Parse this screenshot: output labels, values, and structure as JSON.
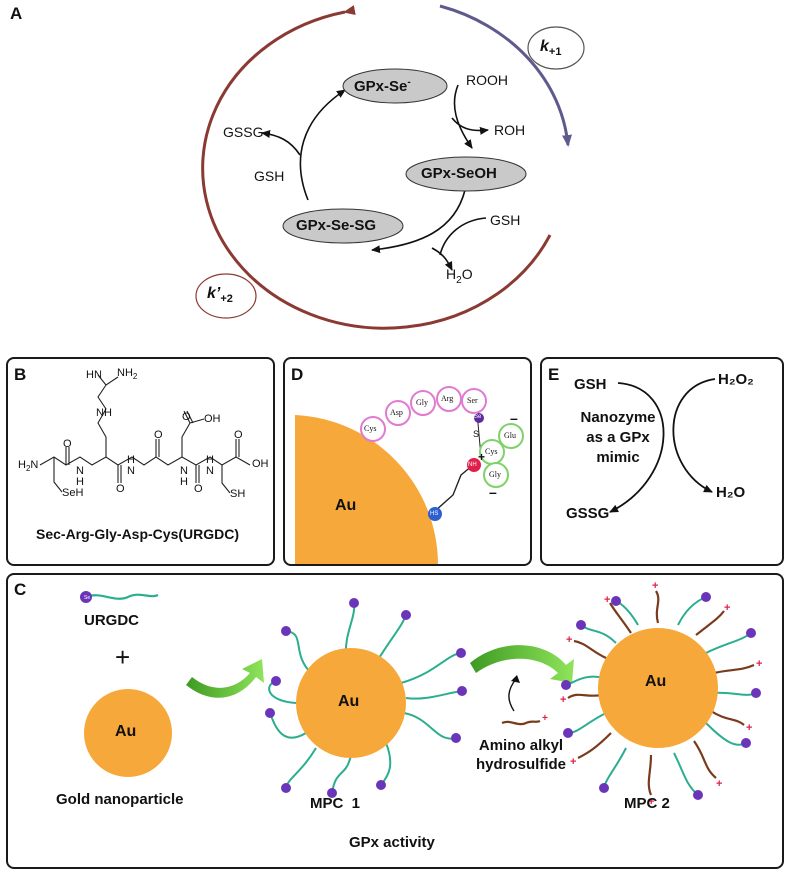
{
  "panel_A": {
    "letter": "A",
    "k1": "k",
    "k1_sub": "+1",
    "k2": "k’",
    "k2_sub": "+2",
    "species": {
      "se_minus": "GPx-Se",
      "se_minus_sup": "-",
      "seoh": "GPx-SeOH",
      "sesg": "GPx-Se-SG"
    },
    "reagents": {
      "rooh": "ROOH",
      "roh": "ROH",
      "gsh_right": "GSH",
      "h2o": "H",
      "h2o_sub": "2",
      "h2o_tail": "O",
      "gssg": "GSSG",
      "gsh_left": "GSH"
    }
  },
  "panel_B": {
    "letter": "B",
    "caption": "Sec-Arg-Gly-Asp-Cys(URGDC)",
    "atoms": {
      "nh2_top": "NH",
      "nh2_sub": "2",
      "nh_imine": "HN",
      "nh_guan": "NH",
      "h2n": "H",
      "h2n_sub": "2",
      "h2n_tail": "N",
      "o1": "O",
      "nh1": "N",
      "h1": "H",
      "nh2": "N",
      "h2": "H",
      "o2": "O",
      "o3": "O",
      "oh_asp": "OH",
      "nh3": "N",
      "h3": "H",
      "nh4": "N",
      "h4": "H",
      "o4": "O",
      "o5": "O",
      "o6": "O",
      "oh_end": "OH",
      "seh": "SeH",
      "sh": "SH"
    }
  },
  "panel_D": {
    "letter": "D",
    "au": "Au",
    "residues": [
      "Cys",
      "Asp",
      "Gly",
      "Arg",
      "Ser"
    ],
    "residues_green": [
      "Glu",
      "Cys",
      "Gly"
    ],
    "se": "Se",
    "s": "S",
    "hs": "HS",
    "nh": "NH",
    "plus": "+",
    "minus_top": "–",
    "minus_bottom": "–",
    "colors": {
      "au": "#F7A83A",
      "pink": "#E07BD0",
      "green": "#7FD26A",
      "purple": "#5E2A9C",
      "blue": "#2D5FD0",
      "red": "#E0204A"
    }
  },
  "panel_E": {
    "letter": "E",
    "gsh": "GSH",
    "h2o2": "H₂O₂",
    "line1": "Nanozyme",
    "line2": "as a GPx",
    "line3": "mimic",
    "gssg": "GSSG",
    "h2o": "H₂O"
  },
  "panel_C": {
    "letter": "C",
    "urgdc": "URGDC",
    "plus": "+",
    "au_small": "Au",
    "gold_label": "Gold nanoparticle",
    "au_mpc1": "Au",
    "mpc1_label": "MPC  1",
    "amino_line1": "Amino alkyl",
    "amino_line2": "hydrosulfide",
    "au_mpc2": "Au",
    "mpc2_label": "MPC 2",
    "caption": "GPx activity",
    "se": "Se",
    "colors": {
      "au": "#F7A83A",
      "ligand": "#2BAE8F",
      "se_bead": "#6A35B8",
      "brown": "#7A3B1C",
      "arrow_green": "#6FD13A"
    }
  },
  "colors": {
    "cycle_brown": "#8B3A33",
    "cycle_purple": "#5E5A8E",
    "oval_fill": "#C9C9C9"
  }
}
